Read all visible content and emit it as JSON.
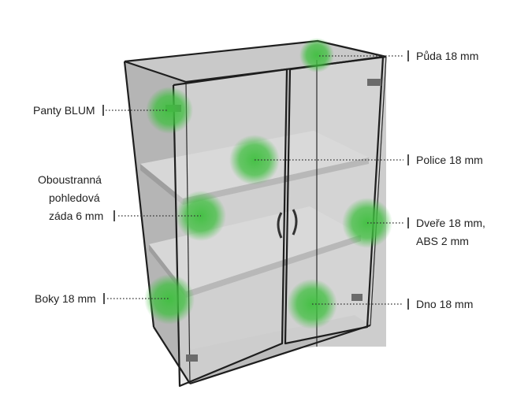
{
  "colors": {
    "highlight": "#3fbf3f",
    "panel": "#bdbdbd",
    "panel_dark": "#a9a9a9",
    "glass": "#d4d4d4",
    "edge": "#1e1e1e"
  },
  "labels": {
    "puda": "Půda 18 mm",
    "panty": "Panty BLUM",
    "police": "Police 18 mm",
    "zada_1": "Oboustranná",
    "zada_2": "pohledová",
    "zada_3": "záda 6 mm",
    "dvere_1": "Dveře 18 mm,",
    "dvere_2": "ABS 2 mm",
    "boky": "Boky 18 mm",
    "dno": "Dno 18 mm"
  }
}
